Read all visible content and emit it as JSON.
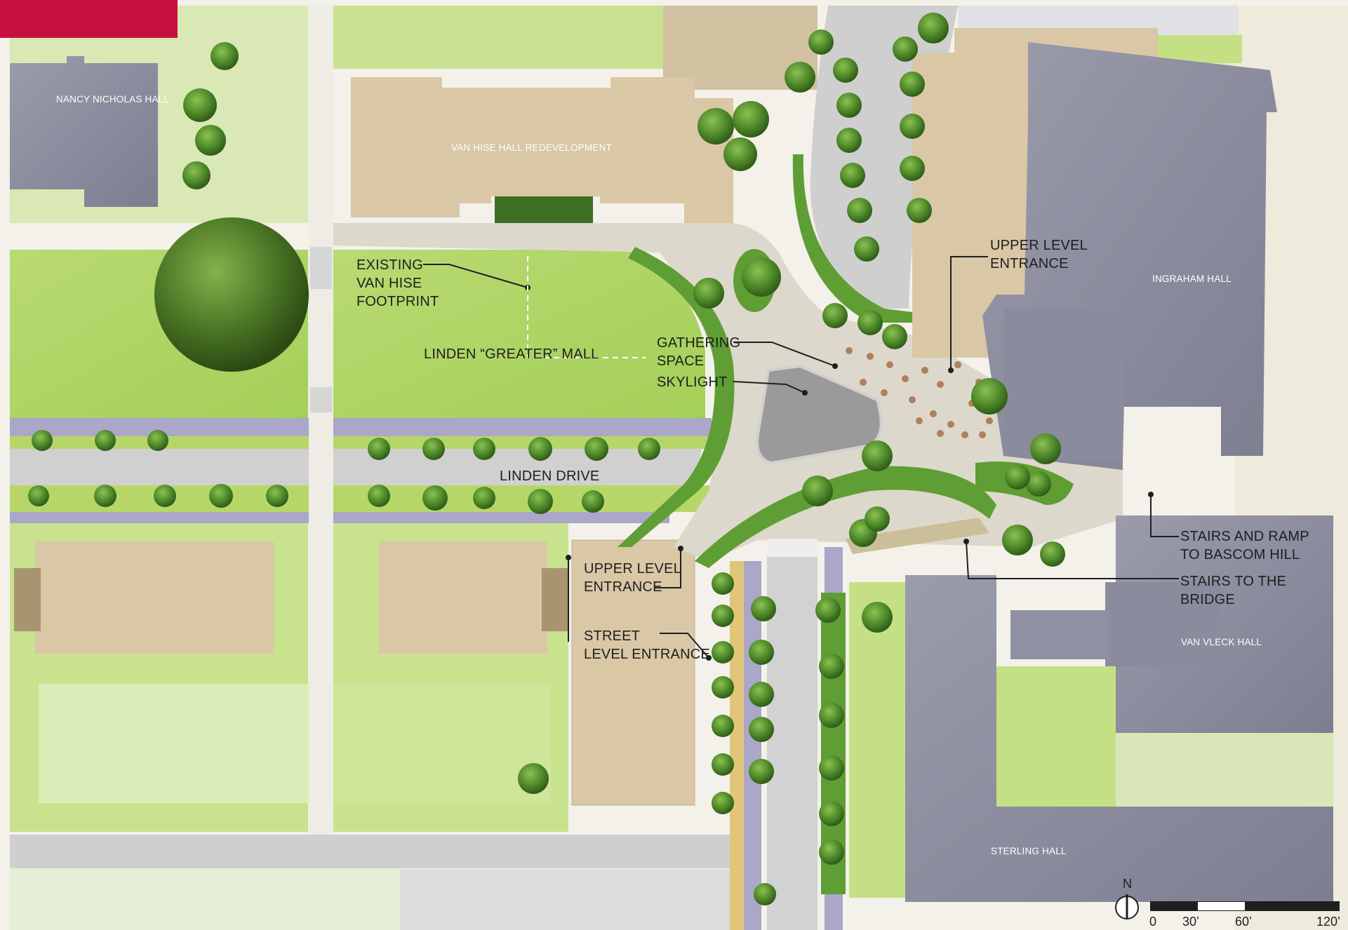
{
  "colors": {
    "brand_red": "#c8103e",
    "lawn": "#a9d35c",
    "lawn_light": "#c5e08a",
    "building_tan": "#d9c7a6",
    "building_gray": "#8c8d9e",
    "plaza": "#ddd8cd",
    "road": "#d3d3d3",
    "path_purple": "#a7a4c6",
    "tree": "#4f8a2a",
    "bed_green": "#5e9e34"
  },
  "buildings": {
    "nancy_nicholas": "NANCY NICHOLAS HALL",
    "van_hise": "VAN HISE HALL REDEVELOPMENT",
    "ingraham": "INGRAHAM HALL",
    "van_vleck": "VAN VLECK HALL",
    "sterling": "STERLING HALL"
  },
  "labels": {
    "existing_footprint": [
      "EXISTING",
      "VAN HISE",
      "FOOTPRINT"
    ],
    "linden_mall": "LINDEN “GREATER” MALL",
    "gathering_space": [
      "GATHERING",
      "SPACE"
    ],
    "skylight": "SKYLIGHT",
    "upper_level_entrance_right": [
      "UPPER LEVEL",
      "ENTRANCE"
    ],
    "linden_drive": "LINDEN DRIVE",
    "upper_level_entrance_left": [
      "UPPER LEVEL",
      "ENTRANCE"
    ],
    "street_level_entrance": [
      "STREET",
      "LEVEL ENTRANCE"
    ],
    "stairs_ramp": [
      "STAIRS AND RAMP",
      "TO BASCOM HILL"
    ],
    "stairs_bridge": [
      "STAIRS TO THE",
      "BRIDGE"
    ]
  },
  "legend": {
    "north": "N",
    "scale_ticks": [
      "0",
      "30’",
      "60’",
      "120’"
    ]
  }
}
